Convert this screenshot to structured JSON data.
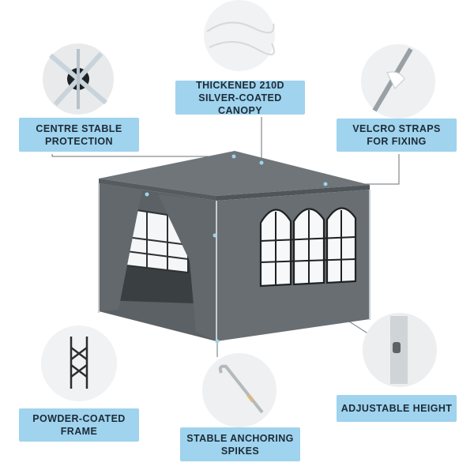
{
  "callouts": {
    "centre_stable": [
      "CENTRE STABLE",
      "PROTECTION"
    ],
    "canopy": [
      "THICKENED 210D",
      "SILVER-COATED CANOPY"
    ],
    "velcro": [
      "VELCRO STRAPS",
      "FOR FIXING"
    ],
    "frame": [
      "POWDER-COATED",
      "FRAME"
    ],
    "spikes": [
      "STABLE ANCHORING",
      "SPIKES"
    ],
    "height": [
      "ADJUSTABLE HEIGHT"
    ]
  },
  "colors": {
    "label_bg": "#9fd3ee",
    "tent_wall": "#5d6366",
    "tent_roof": "#6f7578",
    "callout_line": "#6b7075"
  },
  "icons": {
    "centre_stable": "hub-joint-icon",
    "canopy": "fabric-swatch-icon",
    "velcro": "strap-pole-icon",
    "frame": "folding-frame-icon",
    "spikes": "ground-spike-icon",
    "height": "height-adjust-pin-icon"
  }
}
